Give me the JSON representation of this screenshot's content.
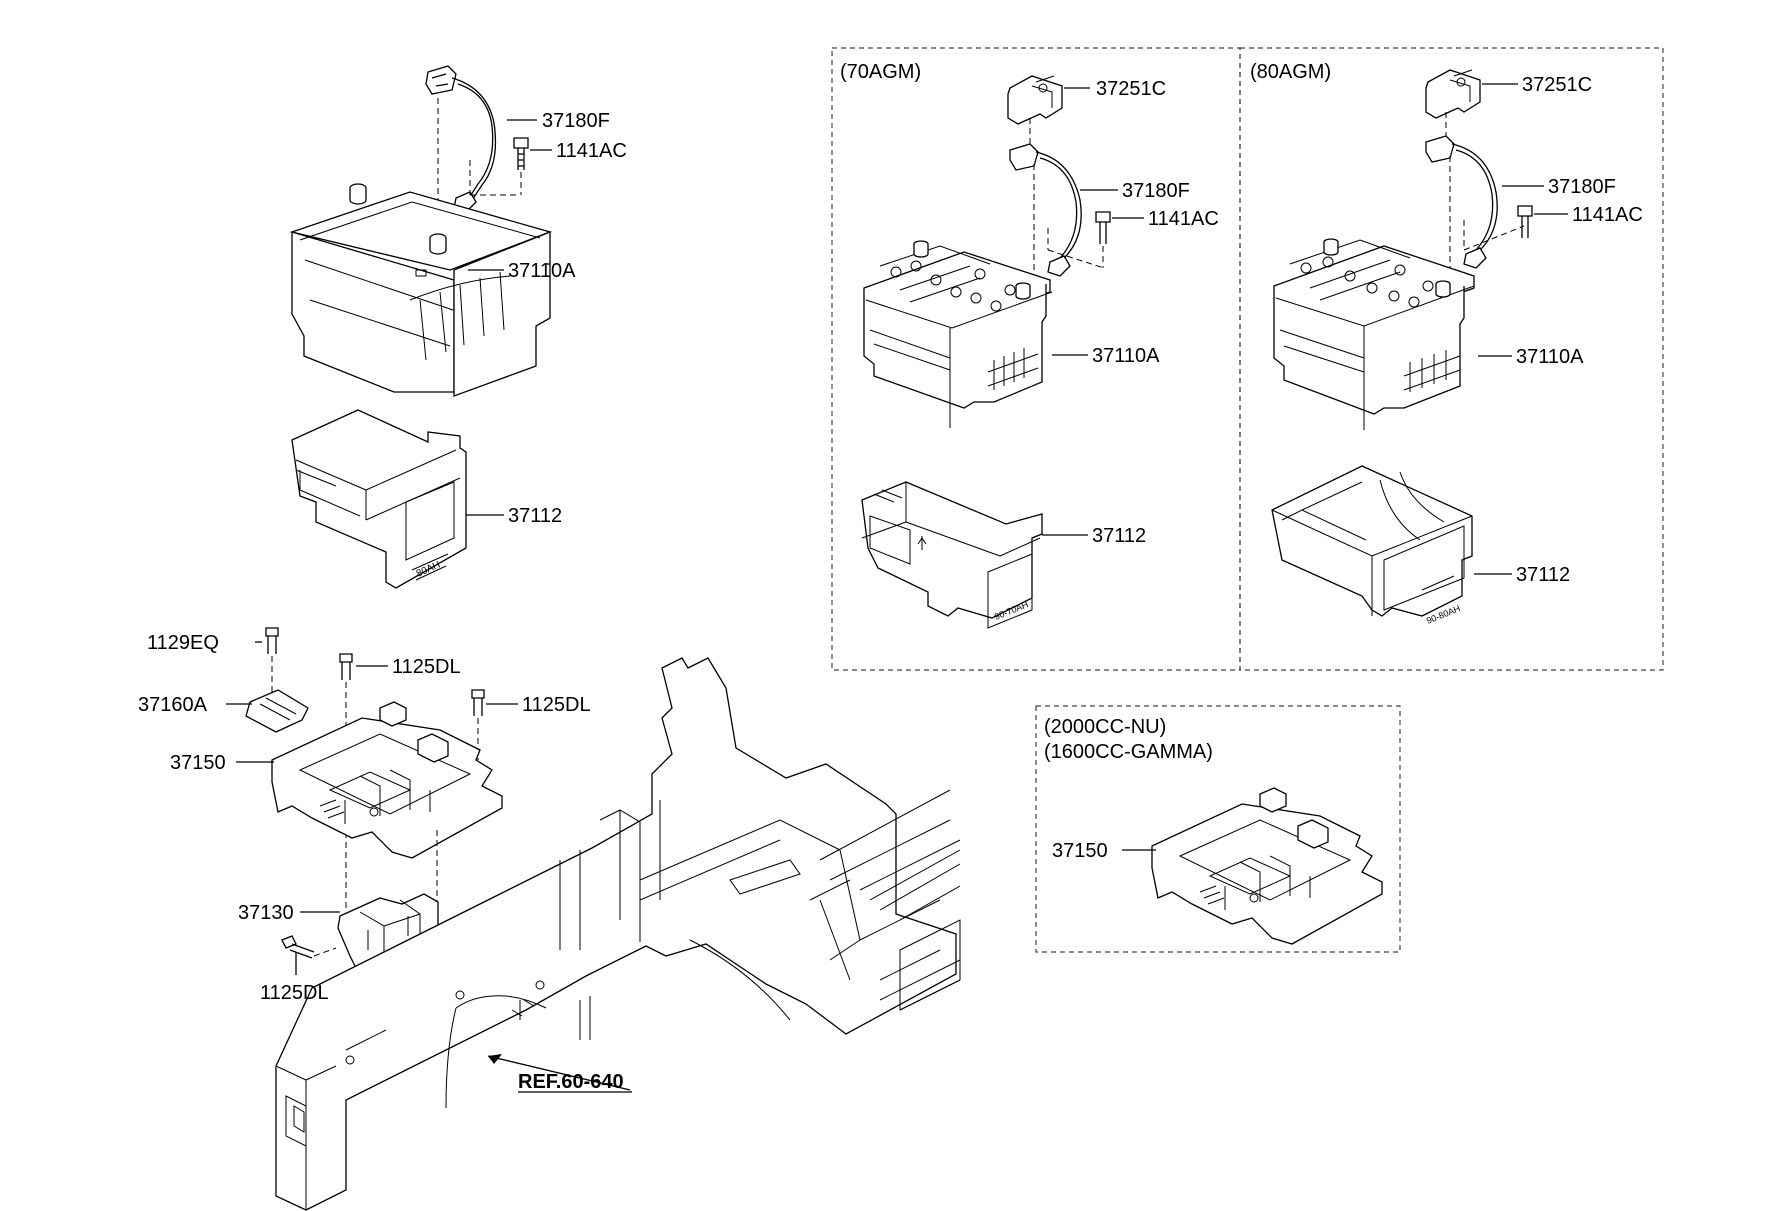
{
  "labels": {
    "main": {
      "cable": "37180F",
      "bolt_cable": "1141AC",
      "battery": "37110A",
      "insulator": "37112",
      "bolt_1129": "1129EQ",
      "bolt_tray_left": "1125DL",
      "bolt_tray_right": "1125DL",
      "clamp": "37160A",
      "tray": "37150",
      "bracket": "37130",
      "bolt_bracket": "1125DL",
      "ref": "REF.60-640"
    },
    "agm70": {
      "title": "(70AGM)",
      "cover": "37251C",
      "cable": "37180F",
      "bolt": "1141AC",
      "battery": "37110A",
      "insulator": "37112"
    },
    "agm80": {
      "title": "(80AGM)",
      "cover": "37251C",
      "cable": "37180F",
      "bolt": "1141AC",
      "battery": "37110A",
      "insulator": "37112"
    },
    "engine": {
      "line1": "(2000CC-NU)",
      "line2": "(1600CC-GAMMA)",
      "tray": "37150"
    }
  }
}
